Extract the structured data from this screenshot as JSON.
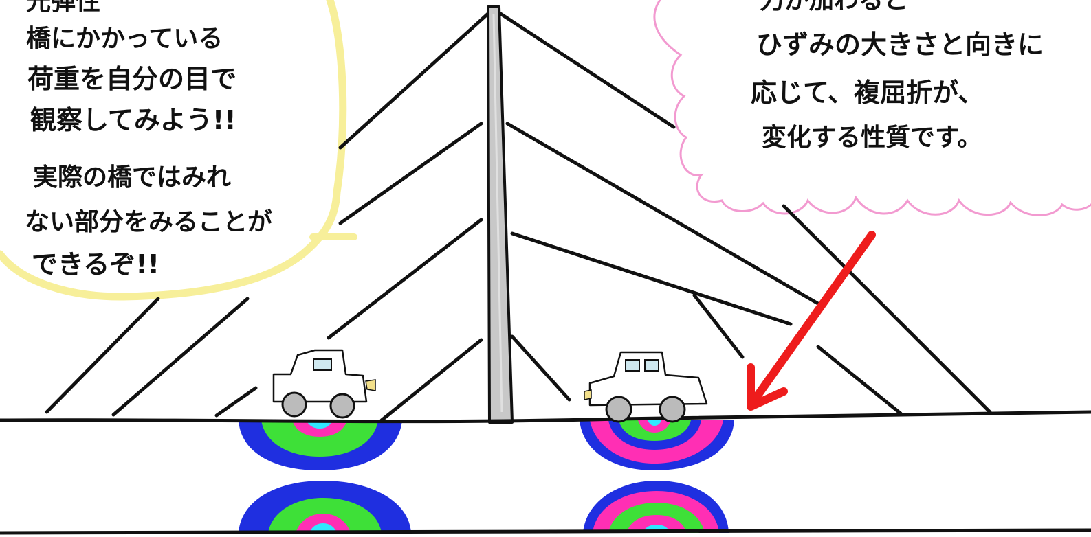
{
  "left_bubble": {
    "lines": [
      "光弾性",
      "橋にかかっている",
      "荷重を自分の目で",
      "観察してみよう!!",
      "実際の橋ではみれ",
      "ない部分をみることが",
      "できるぞ!!"
    ]
  },
  "right_bubble": {
    "lines": [
      "力が加わると",
      "ひずみの大きさと向きに",
      "応じて、複屈折が、",
      "変化する性質です。"
    ]
  },
  "colors": {
    "ink": "#111111",
    "pylon": "#c8c8c8",
    "left_bubble_outline": "#f7ef9a",
    "right_bubble_outline": "#f29ad0",
    "arrow": "#ee1c1c",
    "fringe_blue": "#1f2fe0",
    "fringe_green": "#3ee038",
    "fringe_magenta": "#ff2fb4",
    "fringe_cyan": "#2fe8ff"
  },
  "icons": [
    "car-icon",
    "car-icon",
    "arrow-icon",
    "pylon-icon"
  ]
}
